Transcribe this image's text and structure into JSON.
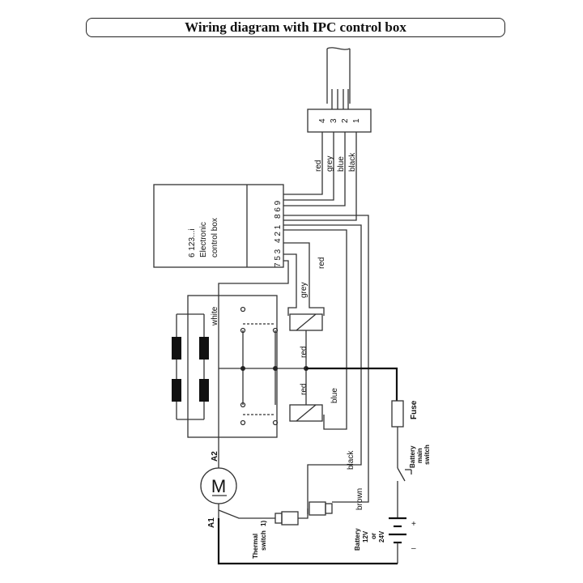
{
  "title": "Wiring diagram with IPC control box",
  "connector": {
    "pins": [
      "4",
      "3",
      "2",
      "1"
    ]
  },
  "cable_colors": [
    "red",
    "grey",
    "blue",
    "black"
  ],
  "control_box": {
    "model": "6 123...i",
    "name_line1": "Electronic",
    "name_line2": "control box",
    "terminals_top": "8 6 9",
    "terminals_mid": "4 2 1",
    "terminals_bot": "7 5 3"
  },
  "wire_labels": {
    "red_upper": "red",
    "grey": "grey",
    "white": "white",
    "red_mid": "red",
    "red_lower": "red",
    "blue": "blue",
    "black": "black",
    "brown": "brown"
  },
  "motor": {
    "symbol": "M",
    "terminal_a1": "A1",
    "terminal_a2": "A2"
  },
  "fuse_label": "Fuse",
  "battery_switch": {
    "line1": "Battery",
    "line2": "main",
    "line3": "switch"
  },
  "thermal_switch": {
    "line1": "Thermal",
    "line2": "switch",
    "note": "1)"
  },
  "battery": {
    "line1": "Battery",
    "line2": "12V",
    "line3": "or",
    "line4": "24V",
    "plus": "+",
    "minus": "–"
  }
}
